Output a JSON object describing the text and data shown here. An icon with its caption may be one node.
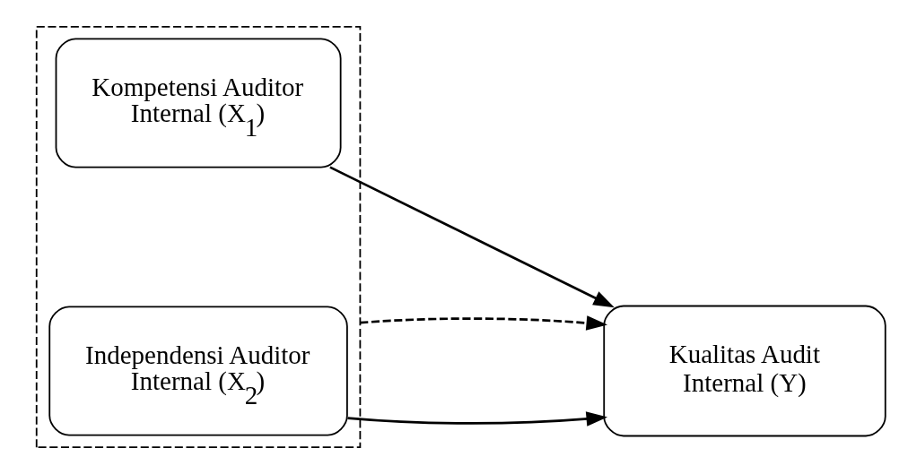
{
  "diagram": {
    "nodes": [
      {
        "text": [],
        "shape": "box"
      },
      {
        "text": [
          "Kompetensi Auditor Internal (X$_{1}$)"
        ],
        "in": 0
      },
      {
        "text": [
          "Independensi Auditor Internal (X$_{2}$)"
        ],
        "in": 0
      },
      {
        "text": [
          "Kualitas Audit Internal (Y)"
        ]
      }
    ],
    "edges": [
      {
        "from": 1,
        "to": 3,
        "arrow": "to"
      },
      {
        "from": 2,
        "to": 3,
        "arrow": "to"
      },
      {
        "from": 0,
        "to": 3,
        "arrow": "to",
        "style": "dashed"
      }
    ]
  }
}
